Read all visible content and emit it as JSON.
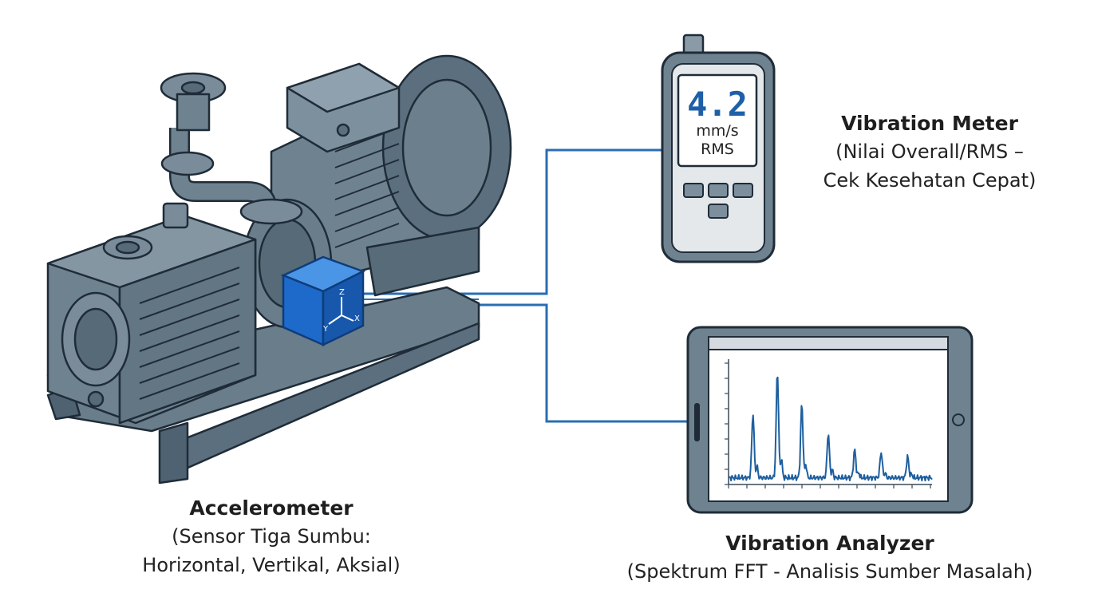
{
  "meter": {
    "value": "4.2",
    "unit": "mm/s",
    "mode": "RMS",
    "title": "Vibration Meter",
    "desc_line1": "(Nilai Overall/RMS –",
    "desc_line2": "Cek Kesehatan Cepat)"
  },
  "accelerometer": {
    "title": "Accelerometer",
    "desc_line1": "(Sensor Tiga Sumbu:",
    "desc_line2": "Horizontal, Vertikal, Aksial)",
    "axis_z": "Z",
    "axis_y": "Y",
    "axis_x": "X"
  },
  "analyzer": {
    "title": "Vibration Analyzer",
    "desc": "(Spektrum FFT - Analisis Sumber Masalah)"
  },
  "colors": {
    "machine": "#5b6f7e",
    "machine_light": "#7f919f",
    "outline": "#1f2c38",
    "sensor": "#1f6fcf",
    "cable": "#2a6db3",
    "spectrum": "#1e5f9e"
  },
  "spectrum_peaks": [
    {
      "freq": 0.12,
      "amp": 0.55
    },
    {
      "freq": 0.24,
      "amp": 0.91
    },
    {
      "freq": 0.36,
      "amp": 0.63
    },
    {
      "freq": 0.49,
      "amp": 0.38
    },
    {
      "freq": 0.62,
      "amp": 0.24
    },
    {
      "freq": 0.75,
      "amp": 0.22
    },
    {
      "freq": 0.88,
      "amp": 0.18
    }
  ]
}
